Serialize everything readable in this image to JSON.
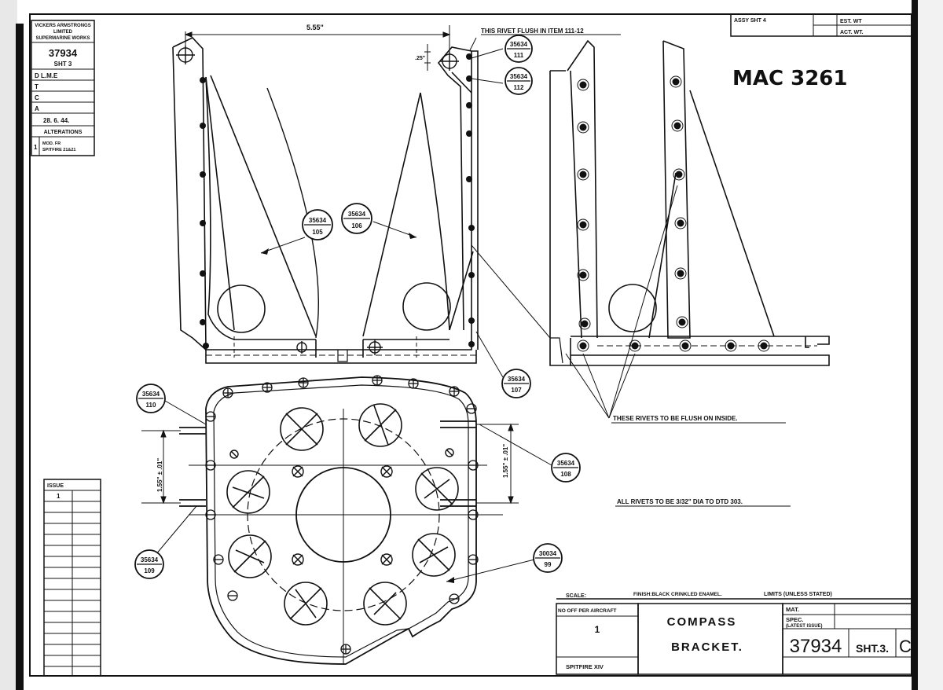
{
  "header_box": {
    "company": [
      "VICKERS ARMSTRONGS",
      "LIMITED",
      "SUPERMARINE WORKS"
    ],
    "drawing_no": "37934",
    "sheet": "SHT 3",
    "rows": [
      "D L.M.E",
      "T",
      "C",
      "A",
      "28. 6. 44."
    ],
    "alterations_label": "ALTERATIONS",
    "alteration_1_no": "1",
    "alteration_1_text": [
      "MOD. FR",
      "SPITFIRE 21&21"
    ]
  },
  "issue_box": {
    "label": "ISSUE",
    "first": "1"
  },
  "top_right": {
    "assy": "ASSY SHT 4",
    "est_wt": "EST. WT",
    "act_wt": "ACT. WT."
  },
  "handwritten_ref": "MAC 3261",
  "dimensions": {
    "width": "5.55\"",
    "offset": ".25\"",
    "left_height": "1.55\" ± .01\"",
    "right_height": "1.55\" ± .01\""
  },
  "notes": {
    "flush_rivet": "THIS RIVET FLUSH IN ITEM 111-12",
    "flush_inside": "THESE RIVETS TO BE FLUSH ON INSIDE.",
    "all_rivets": "ALL RIVETS TO BE 3/32\" DIA TO DTD 303."
  },
  "balloons": [
    {
      "top": "35634",
      "bottom": "111"
    },
    {
      "top": "35634",
      "bottom": "112"
    },
    {
      "top": "35634",
      "bottom": "105"
    },
    {
      "top": "35634",
      "bottom": "106"
    },
    {
      "top": "35634",
      "bottom": "107"
    },
    {
      "top": "35634",
      "bottom": "110"
    },
    {
      "top": "35634",
      "bottom": "108"
    },
    {
      "top": "35634",
      "bottom": "109"
    },
    {
      "top": "30034",
      "bottom": "99"
    }
  ],
  "title_block": {
    "scale": "SCALE:",
    "finish": "FINISH:BLACK CRINKLED ENAMEL.",
    "limits": "LIMITS (UNLESS STATED)",
    "no_off_label": "NO OFF PER AIRCRAFT",
    "no_off_value": "1",
    "aircraft": "SPITFIRE XIV",
    "title_line1": "COMPASS",
    "title_line2": "BRACKET.",
    "mat": "MAT.",
    "spec": "SPEC.",
    "spec_sub": "(LATEST ISSUE)",
    "drawing_no": "37934",
    "sheet": "SHT.3.",
    "issue": "C"
  }
}
